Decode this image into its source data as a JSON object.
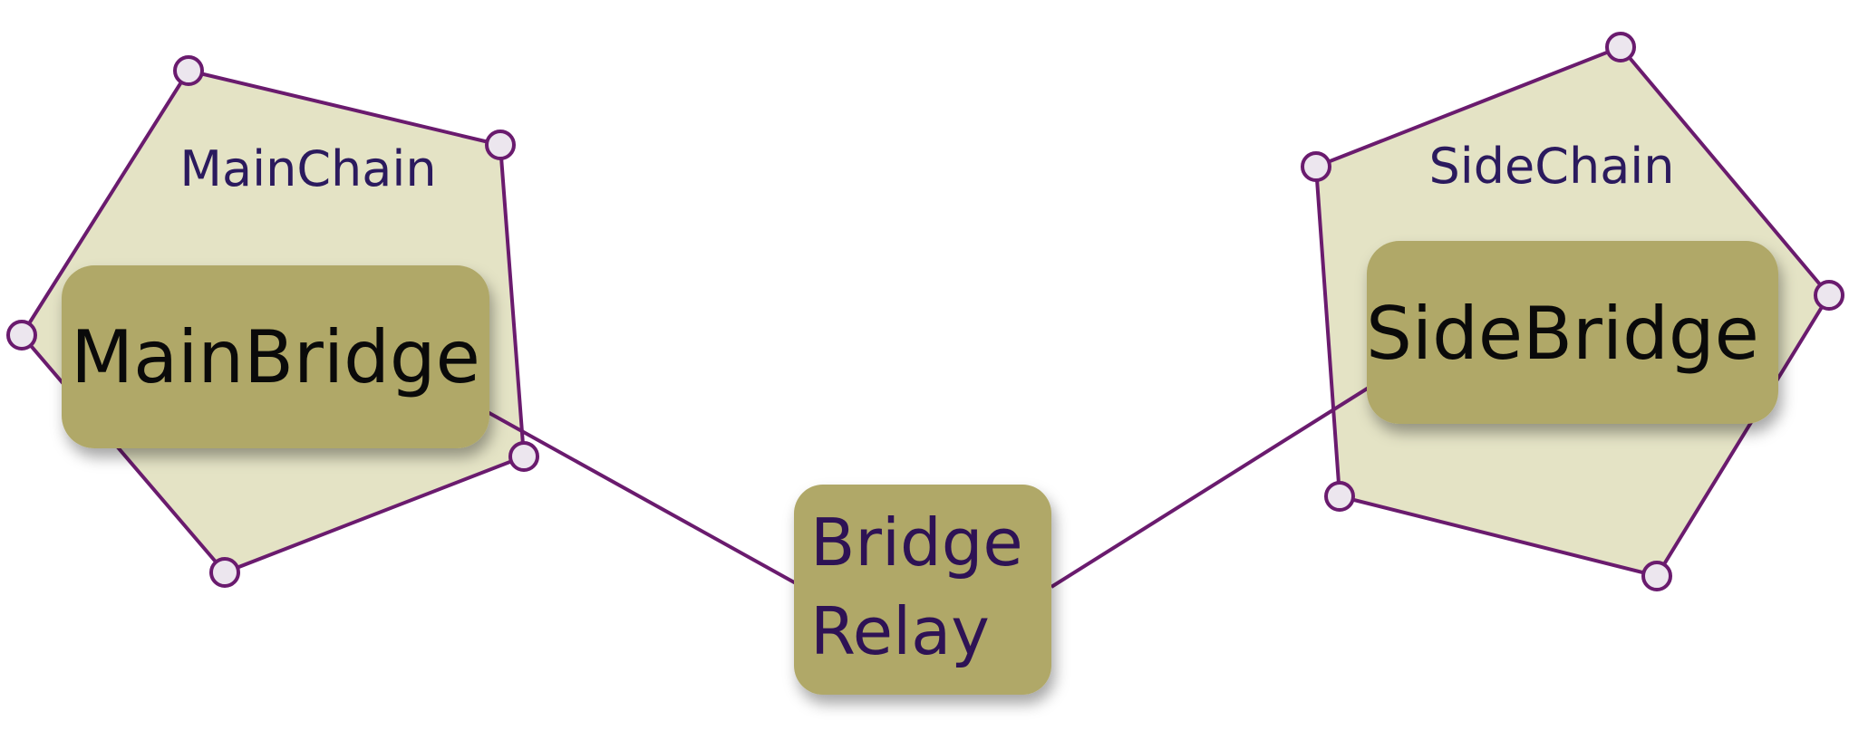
{
  "diagram": {
    "clusters": [
      {
        "id": "main-chain",
        "label": "MainChain"
      },
      {
        "id": "side-chain",
        "label": "SideChain"
      }
    ],
    "nodes": [
      {
        "id": "main-bridge",
        "label": "MainBridge",
        "cluster": "main-chain"
      },
      {
        "id": "side-bridge",
        "label": "SideBridge",
        "cluster": "side-chain"
      },
      {
        "id": "bridge-relay",
        "label_lines": [
          "Bridge",
          "Relay"
        ]
      }
    ],
    "edges": [
      {
        "from": "main-bridge",
        "to": "bridge-relay"
      },
      {
        "from": "bridge-relay",
        "to": "side-bridge"
      }
    ]
  },
  "colors": {
    "cluster_fill": "#e4e3c5",
    "node_fill": "#b0a868",
    "line": "#6a1b6e",
    "handle_fill": "#ece6ee",
    "cluster_text": "#2b1a5e",
    "node_text": "#0a0a0a",
    "relay_text": "#2e1255"
  }
}
